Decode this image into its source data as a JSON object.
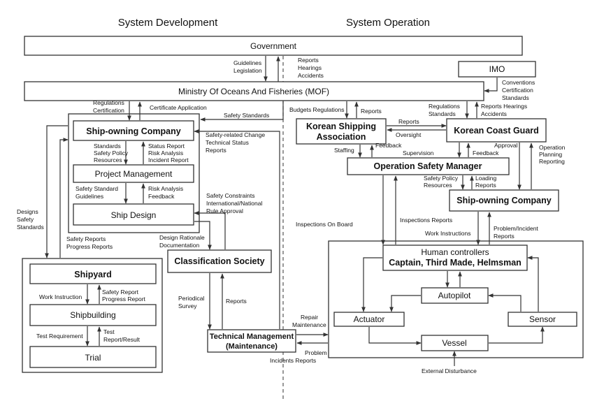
{
  "headers": {
    "development": "System Development",
    "operation": "System Operation"
  },
  "boxes": {
    "government": "Government",
    "imo": "IMO",
    "mof": "Ministry Of Oceans And Fisheries (MOF)",
    "ship_owning_dev": "Ship-owning Company",
    "project_management": "Project Management",
    "ship_design": "Ship Design",
    "shipyard": "Shipyard",
    "shipbuilding": "Shipbuilding",
    "trial": "Trial",
    "classification_society": "Classification Society",
    "technical_management": [
      "Technical Management",
      "(Maintenance)"
    ],
    "korean_shipping_association": [
      "Korean Shipping",
      "Association"
    ],
    "korean_coast_guard": "Korean Coast Guard",
    "operation_safety_manager": "Operation Safety Manager",
    "ship_owning_op": "Ship-owning Company",
    "human_controllers": [
      "Human controllers",
      "Captain, Third Made, Helmsman"
    ],
    "autopilot": "Autopilot",
    "actuator": "Actuator",
    "sensor": "Sensor",
    "vessel": "Vessel"
  },
  "labels": {
    "guidelines": [
      "Guidelines",
      "Legislation"
    ],
    "reports_gov": [
      "Reports",
      "Hearings",
      "Accidents"
    ],
    "conventions": [
      "Conventions",
      "Certification",
      "Standards"
    ],
    "regulations_cert": [
      "Regulations",
      "Certification"
    ],
    "cert_application": "Certificate Application",
    "safety_standards": "Safety Standards",
    "budgets_regs": "Budgets Regulations",
    "reports_ksa": "Reports",
    "regs_standards": [
      "Regulations",
      "Standards"
    ],
    "reports_hearings_kcg": [
      "Reports Hearings",
      "Accidents"
    ],
    "standards_left": [
      "Standards",
      "Safety Policy",
      "Resources"
    ],
    "status_report": [
      "Status Report",
      "Risk Analysis",
      "Incident Report"
    ],
    "safety_related": [
      "Safety-related Change",
      "Technical Status",
      "Reports"
    ],
    "reports_oversight": "Reports",
    "oversight": "Oversight",
    "staffing": "Staffing",
    "feedback_ksa": "Feedback",
    "supervision": "Supervision",
    "feedback_kcg": "Feedback",
    "approval": "Approval",
    "operation_planning": [
      "Operation",
      "Planning",
      "Reporting"
    ],
    "safety_guidelines": [
      "Safety Standard",
      "Guidelines"
    ],
    "risk_feedback": [
      "Risk Analysis",
      "Feedback"
    ],
    "safety_constraints": [
      "Safety Constraints",
      "International/National",
      "Rule Approval"
    ],
    "safety_policy_resources": [
      "Safety Policy",
      "Resources"
    ],
    "loading_reports": [
      "Loading",
      "Reports"
    ],
    "designs_safety": [
      "Designs",
      "Safety",
      "Standards"
    ],
    "safety_progress": [
      "Safety Reports",
      "Progress Reports"
    ],
    "design_rationale": [
      "Design Rationale",
      "Documentation"
    ],
    "inspections_board": "Inspections On Board",
    "inspections_reports": "Inspections Reports",
    "work_instructions": "Work Instructions",
    "problem_incident": [
      "Problem/Incident",
      "Reports"
    ],
    "work_instruction": "Work Instruction",
    "safety_report_yard": [
      "Safety Report",
      "Progress Report"
    ],
    "periodical_survey": [
      "Periodical",
      "Survey"
    ],
    "reports_cs": "Reports",
    "test_requirement": "Test Requirement",
    "test_report": [
      "Test",
      "Report/Result"
    ],
    "repair_maintenance": [
      "Repair",
      "Maintenance"
    ],
    "problem_reports": [
      "Problem",
      "Incidents Reports"
    ],
    "external_disturbance": "External Disturbance"
  }
}
